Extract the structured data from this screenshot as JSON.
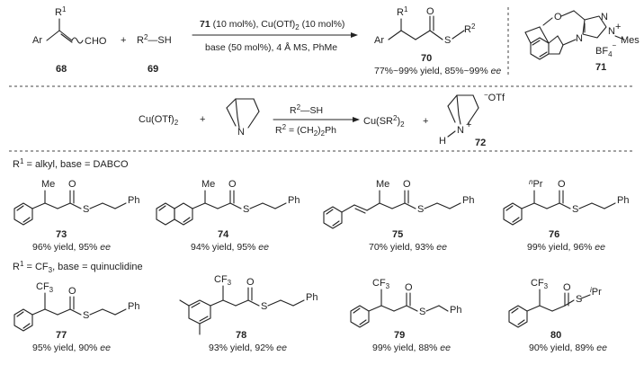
{
  "scheme": {
    "reaction1": {
      "aldehyde": "Ar",
      "aldehyde_group": "CHO",
      "aldehyde_sub": "R",
      "thiol": "R",
      "thiol_group": "—SH",
      "plus": "+",
      "catalyst_top_bold": "71",
      "catalyst_top_rest": " (10 mol%), Cu(OTf)",
      "catalyst_top_rest2": " (10 mol%)",
      "conditions_bottom": "base (50 mol%), 4 Å MS, PhMe",
      "product_yield": "77%~99% yield, 85%~99% ",
      "ee": "ee",
      "labels": {
        "s68": "68",
        "s69": "69",
        "s70": "70",
        "s71": "71"
      },
      "cat_mes": "Mes",
      "cat_bf4": "BF",
      "product_S": "S",
      "product_R2": "R",
      "product_Ar": "Ar",
      "product_R1": "R"
    },
    "reaction2": {
      "left": "Cu(OTf)",
      "plus": "+",
      "arrow_top": "R",
      "arrow_top2": "—SH",
      "arrow_bottom": "R",
      "arrow_bottom2": " = (CH",
      "arrow_bottom3": ")",
      "arrow_bottom4": "Ph",
      "right": "Cu(SR",
      "right2": ")",
      "plus2": "+",
      "otf": "OTf",
      "label72": "72",
      "N": "N",
      "H": "H"
    },
    "section1_header": "R",
    "section1_header_rest": " = alkyl, base = DABCO",
    "section2_header_rest": " = CF",
    "section2_header_rest2": ", base = quinuclidine",
    "compounds": [
      {
        "id": "73",
        "yield": "96% yield, 95% ",
        "ee": "ee"
      },
      {
        "id": "74",
        "yield": "94% yield, 95% ",
        "ee": "ee"
      },
      {
        "id": "75",
        "yield": "70% yield, 93% ",
        "ee": "ee"
      },
      {
        "id": "76",
        "yield": "99% yield, 96% ",
        "ee": "ee"
      },
      {
        "id": "77",
        "yield": "95% yield, 90% ",
        "ee": "ee"
      },
      {
        "id": "78",
        "yield": "93% yield, 92% ",
        "ee": "ee"
      },
      {
        "id": "79",
        "yield": "99% yield, 88% ",
        "ee": "ee"
      },
      {
        "id": "80",
        "yield": "90% yield, 89% ",
        "ee": "ee"
      }
    ],
    "text": {
      "Me": "Me",
      "Ph": "Ph",
      "S": "S",
      "O": "O",
      "CF3": "CF",
      "nPr": "Pr",
      "n": "n",
      "iPr": "Pr",
      "i": "i"
    }
  }
}
